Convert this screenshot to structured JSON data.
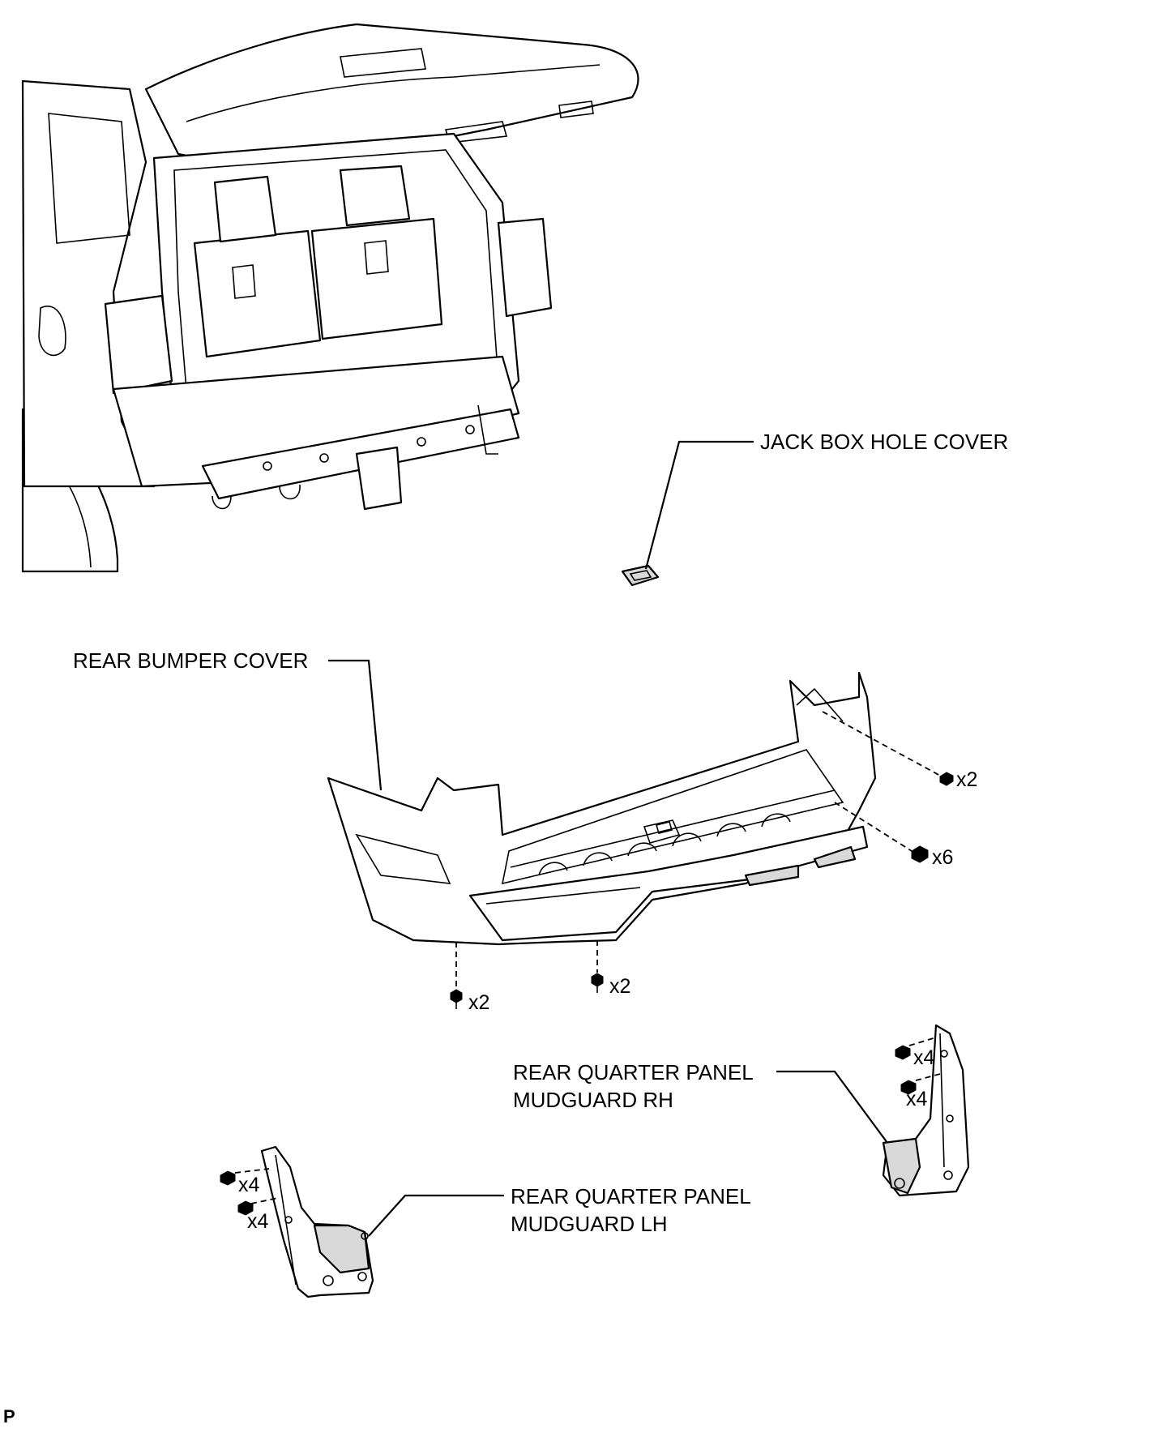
{
  "labels": {
    "jack_box_hole_cover": "JACK BOX HOLE COVER",
    "rear_bumper_cover": "REAR BUMPER COVER",
    "mudguard_rh_line1": "REAR QUARTER PANEL",
    "mudguard_rh_line2": "MUDGUARD RH",
    "mudguard_lh_line1": "REAR QUARTER PANEL",
    "mudguard_lh_line2": "MUDGUARD LH"
  },
  "quantities": {
    "bumper_side_upper": "x2",
    "bumper_side_lower": "x6",
    "bumper_bottom_left": "x2",
    "bumper_bottom_right": "x2",
    "rh_upper": "x4",
    "rh_lower": "x4",
    "lh_upper": "x4",
    "lh_lower": "x4"
  },
  "footer_mark": "P"
}
